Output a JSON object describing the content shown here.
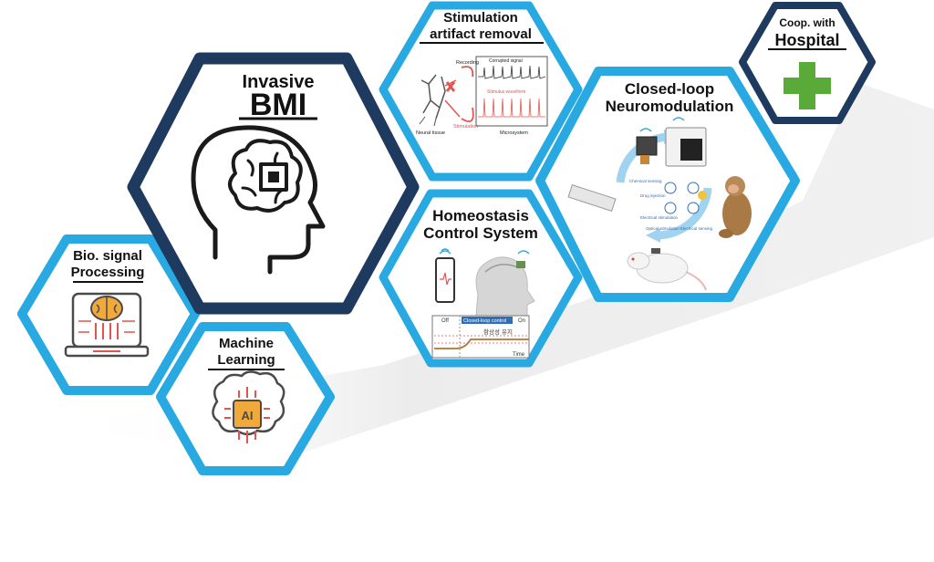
{
  "colors": {
    "navy": "#1f3a5f",
    "light_blue": "#29a9e1",
    "shadow": "#e8e8e8",
    "ai_orange": "#f2a93b",
    "ai_red": "#e2554f",
    "cross_green": "#5aaa3a"
  },
  "modules": {
    "invasive_bmi": {
      "title_line1": "Invasive",
      "title_line2": "BMI",
      "icon": "brain-chip-head-icon"
    },
    "bio_signal": {
      "title_line1": "Bio. signal",
      "title_line2": "Processing",
      "icon": "brain-laptop-icon"
    },
    "machine_learning": {
      "title_line1": "Machine",
      "title_line2": "Learning",
      "icon": "ai-chip-icon"
    },
    "stimulation_artifact": {
      "title_line1": "Stimulation",
      "title_line2": "artifact removal",
      "recording_label": "Recording",
      "stimulation_label": "Stimulation",
      "neural_tissue_label": "Neural tissue",
      "microsystem_label": "Microsystem",
      "corrupted_label": "Corrupted signal",
      "stim_waveform_label": "Stimulus waveform"
    },
    "homeostasis": {
      "title_line1": "Homeostasis",
      "title_line2": "Control System",
      "off_label": "Off",
      "closed_loop_label": "Closed-loop control",
      "on_label": "On",
      "korean_label": "항상성 유지",
      "time_label": "Time"
    },
    "closed_loop": {
      "title_line1": "Closed-loop",
      "title_line2": "Neuromodulation",
      "chemical_sensing": "Chemical sensing",
      "drug_injection": "Drug injection",
      "electrical_stimulation": "Electrical stimulation",
      "optical_stimulation": "Optical stimulation",
      "electrical_sensing": "Electrical sensing"
    },
    "hospital": {
      "title_line1": "Coop. with",
      "title_line2": "Hospital",
      "icon": "medical-cross-icon"
    }
  }
}
